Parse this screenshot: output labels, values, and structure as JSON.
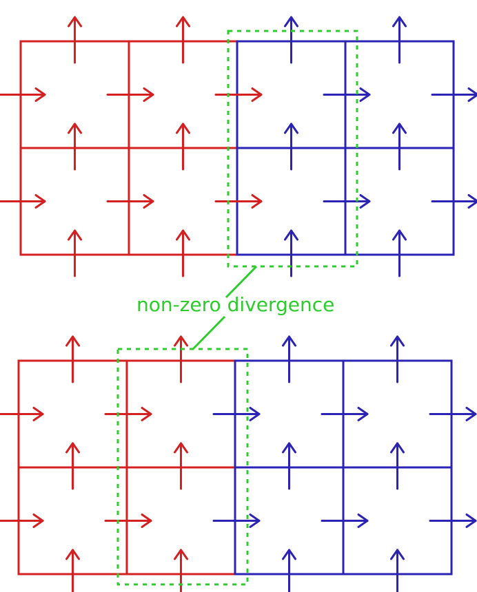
{
  "annotation": {
    "text": "non-zero divergence"
  },
  "colors": {
    "left_region": "#d42020",
    "right_region": "#2a23b4",
    "highlight": "#2ccc2c",
    "background": "#ffffff"
  },
  "panels": [
    {
      "id": "top",
      "grid": {
        "rows": 2,
        "cols": 4
      },
      "region_split_after_col": 2,
      "highlight_cells": "column boundary between red and blue regions"
    },
    {
      "id": "bottom",
      "grid": {
        "rows": 2,
        "cols": 4
      },
      "region_split_after_col": 2,
      "highlight_cells": "column boundary between red and blue regions"
    }
  ],
  "arrow_glyph": "arrow-icon"
}
